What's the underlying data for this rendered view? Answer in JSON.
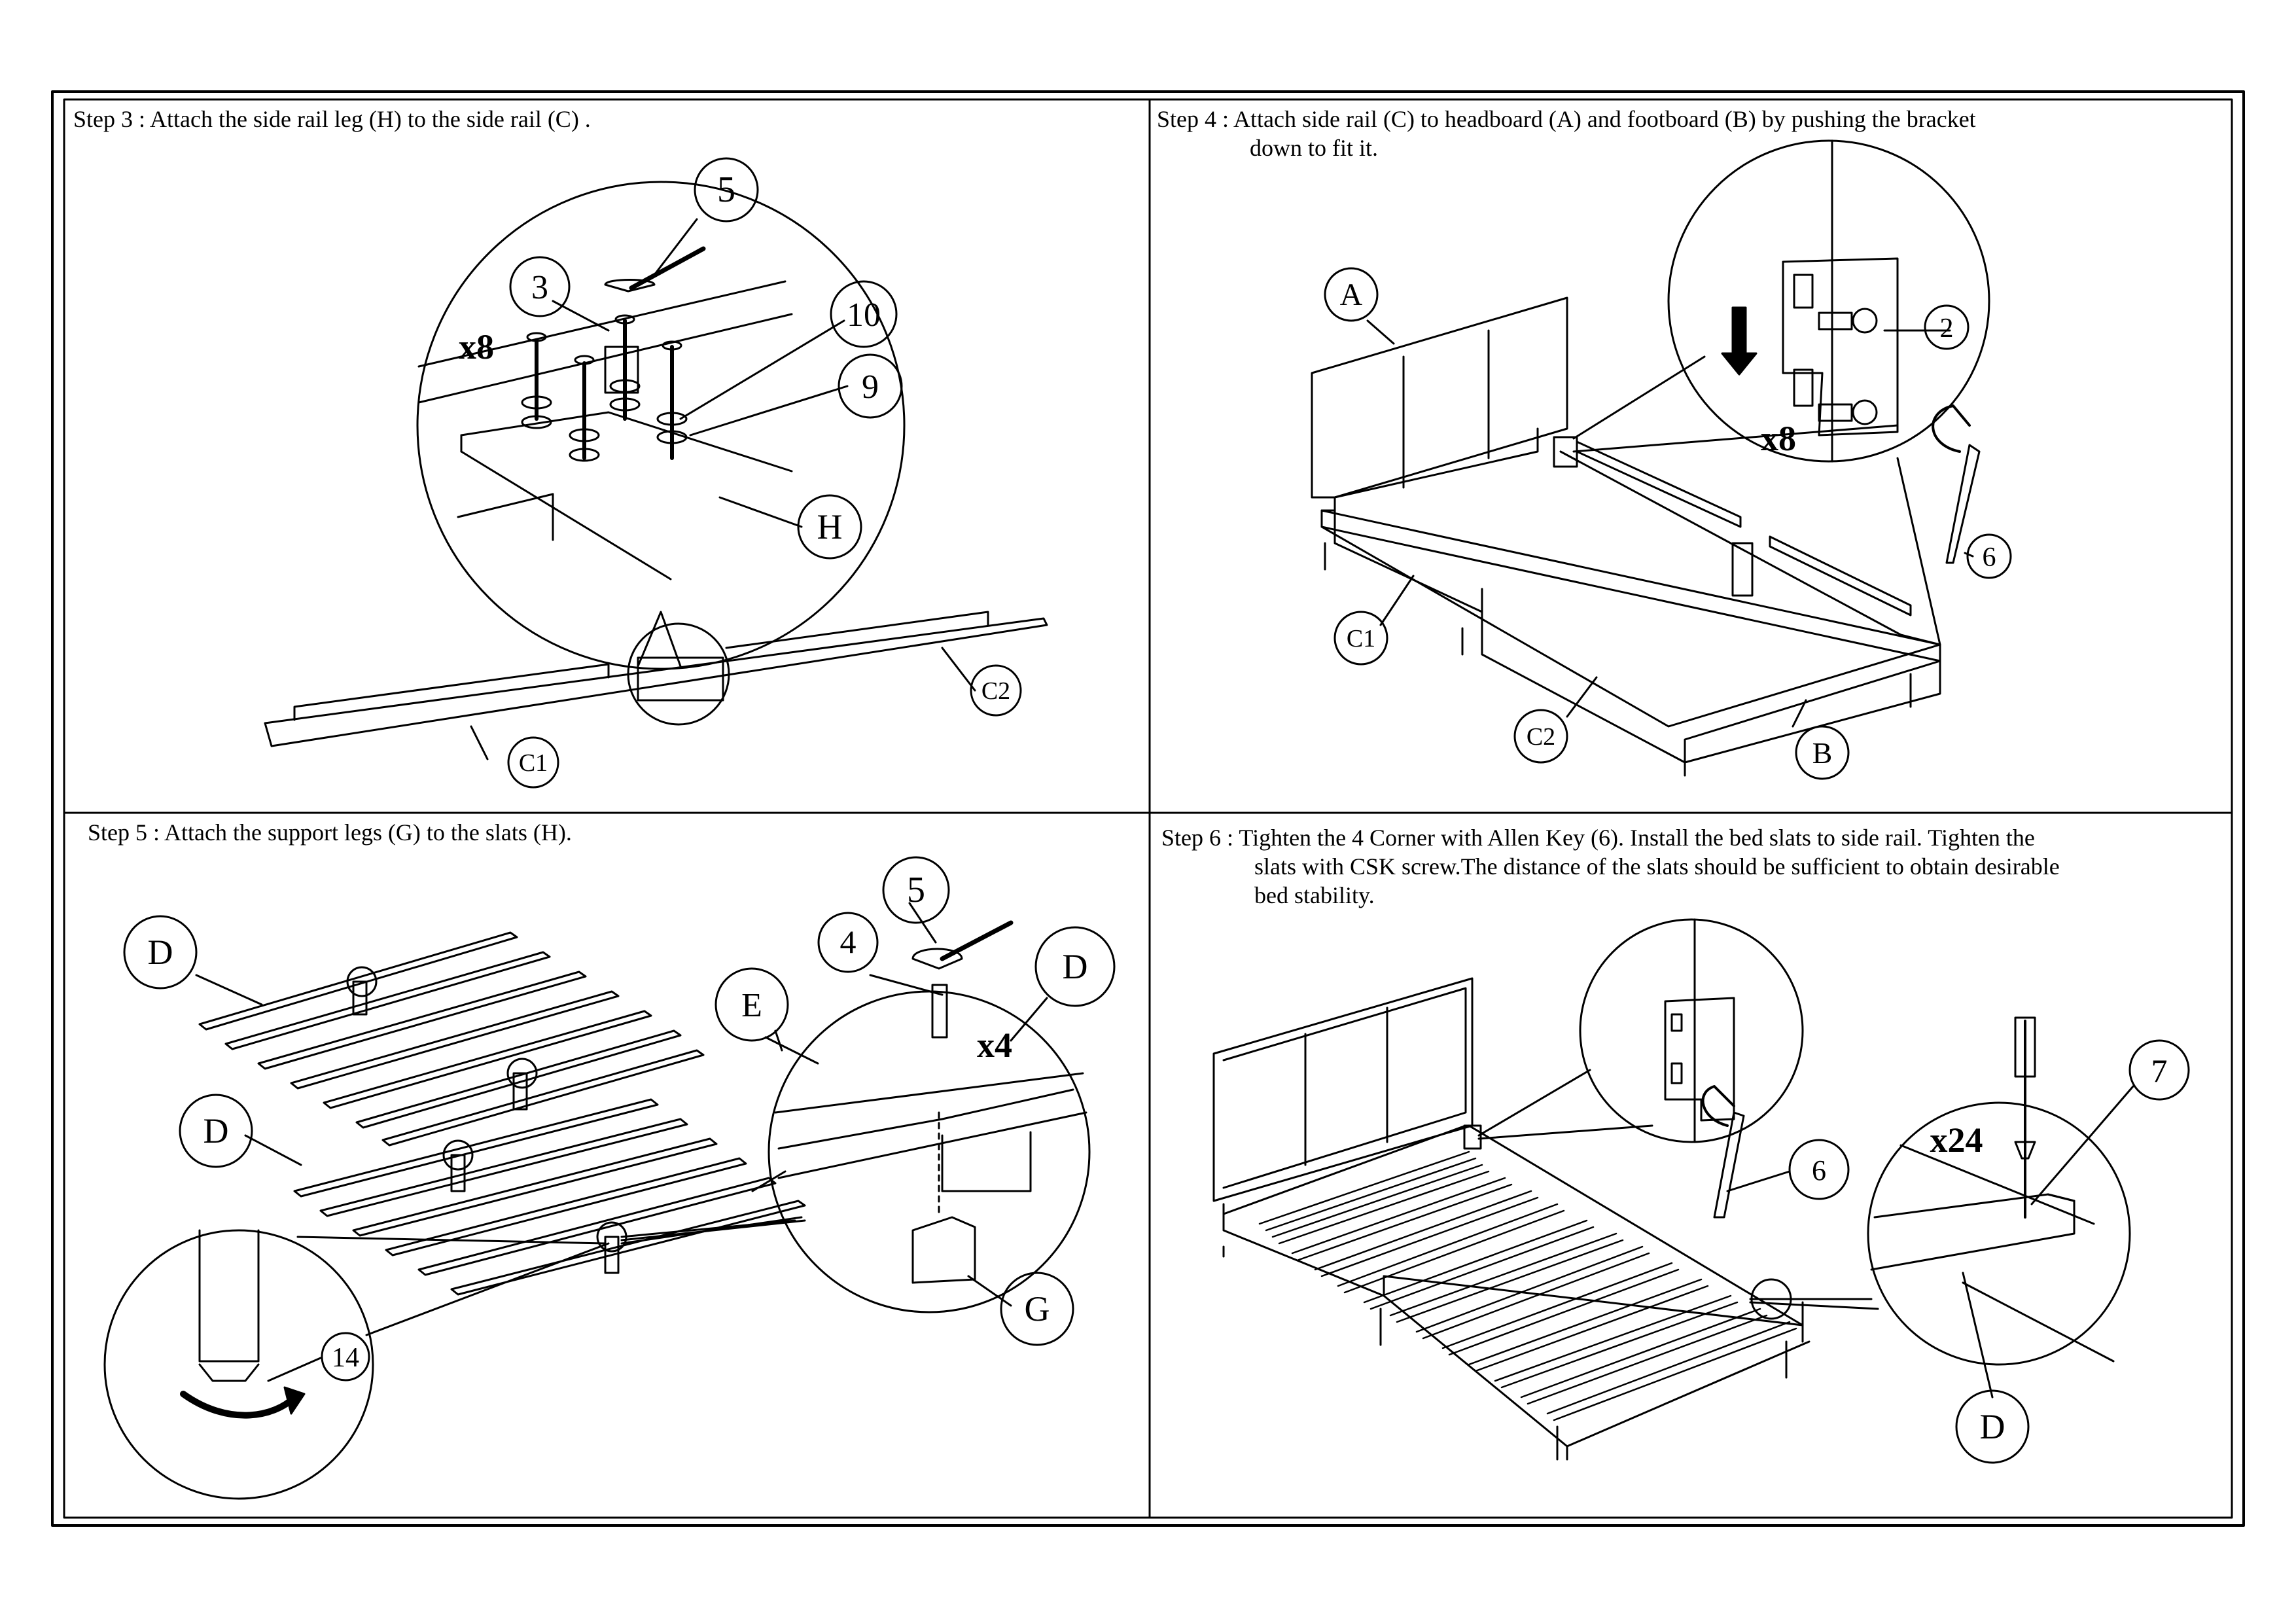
{
  "steps": [
    {
      "lines": [
        "Step 3 : Attach the side rail leg (H) to the side rail (C) ."
      ]
    },
    {
      "lines": [
        "Step 4 : Attach side rail (C) to headboard (A) and footboard (B) by pushing the bracket",
        "down to fit it."
      ]
    },
    {
      "lines": [
        "Step 5 : Attach the support legs (G) to the slats (H)."
      ]
    },
    {
      "lines": [
        "Step 6 : Tighten the 4 Corner with Allen Key (6). Install the bed slats to side rail. Tighten the",
        "slats with CSK screw.The distance of the slats should be sufficient to obtain desirable",
        "bed stability."
      ]
    }
  ],
  "callouts": {
    "s3_5": "5",
    "s3_3": "3",
    "s3_10": "10",
    "s3_9": "9",
    "s3_H": "H",
    "s3_qty": "x8",
    "s3_C1": "C1",
    "s3_C2": "C2",
    "s4_A": "A",
    "s4_2": "2",
    "s4_qty": "x8",
    "s4_6": "6",
    "s4_C1": "C1",
    "s4_C2": "C2",
    "s4_B": "B",
    "s5_D1": "D",
    "s5_D2": "D",
    "s5_5": "5",
    "s5_4": "4",
    "s5_E": "E",
    "s5_D3": "D",
    "s5_qty": "x4",
    "s5_G": "G",
    "s5_14": "14",
    "s6_7": "7",
    "s6_qty": "x24",
    "s6_6": "6",
    "s6_D": "D"
  }
}
